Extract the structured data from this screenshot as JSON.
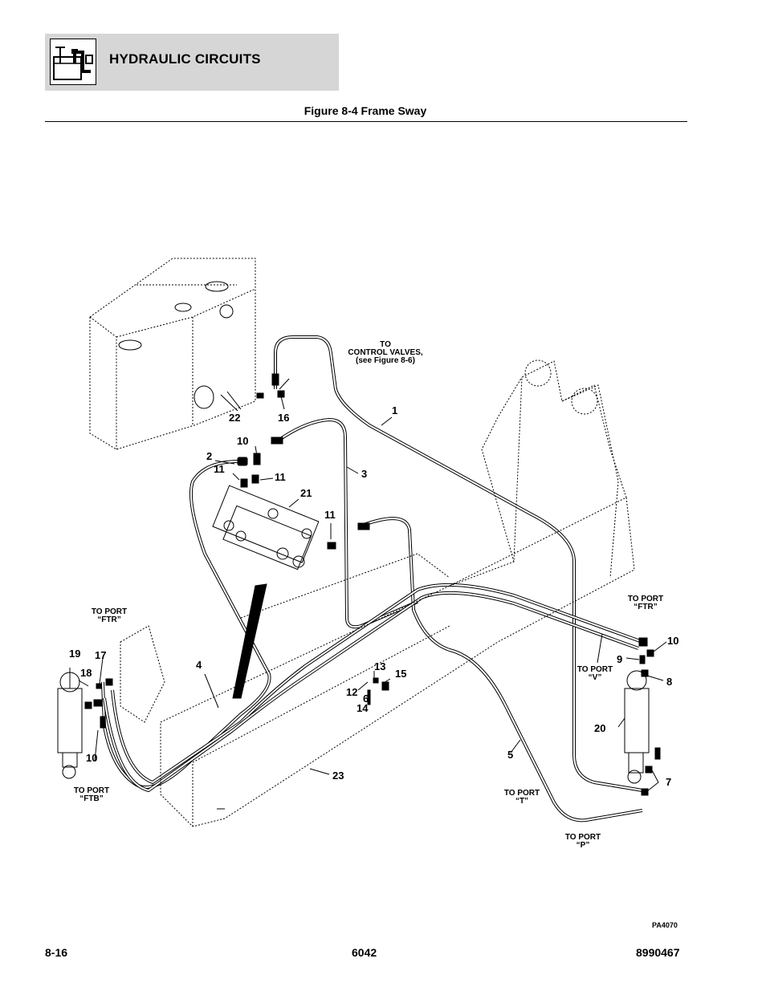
{
  "header": {
    "section_title": "HYDRAULIC CIRCUITS",
    "icon": "hydraulic-tank-icon"
  },
  "figure": {
    "title": "Figure 8-4 Frame Sway",
    "code": "PA4070"
  },
  "note": {
    "text": "TO\nCONTROL VALVES,\n(see Figure 8-6)"
  },
  "callouts": [
    "1",
    "2",
    "3",
    "4",
    "5",
    "6",
    "7",
    "8",
    "9",
    "10",
    "10",
    "10",
    "11",
    "11",
    "11",
    "12",
    "13",
    "14",
    "15",
    "16",
    "17",
    "18",
    "19",
    "20",
    "21",
    "22",
    "23"
  ],
  "ports": {
    "ftr_left": "TO PORT\n“FTR”",
    "ftb": "TO PORT\n“FTB”",
    "ftr_right": "TO PORT\n“FTR”",
    "v": "TO PORT\n“V”",
    "t": "TO PORT\n“T”",
    "p": "TO PORT\n“P”"
  },
  "footer": {
    "page": "8-16",
    "model": "6042",
    "part_number": "8990467"
  }
}
